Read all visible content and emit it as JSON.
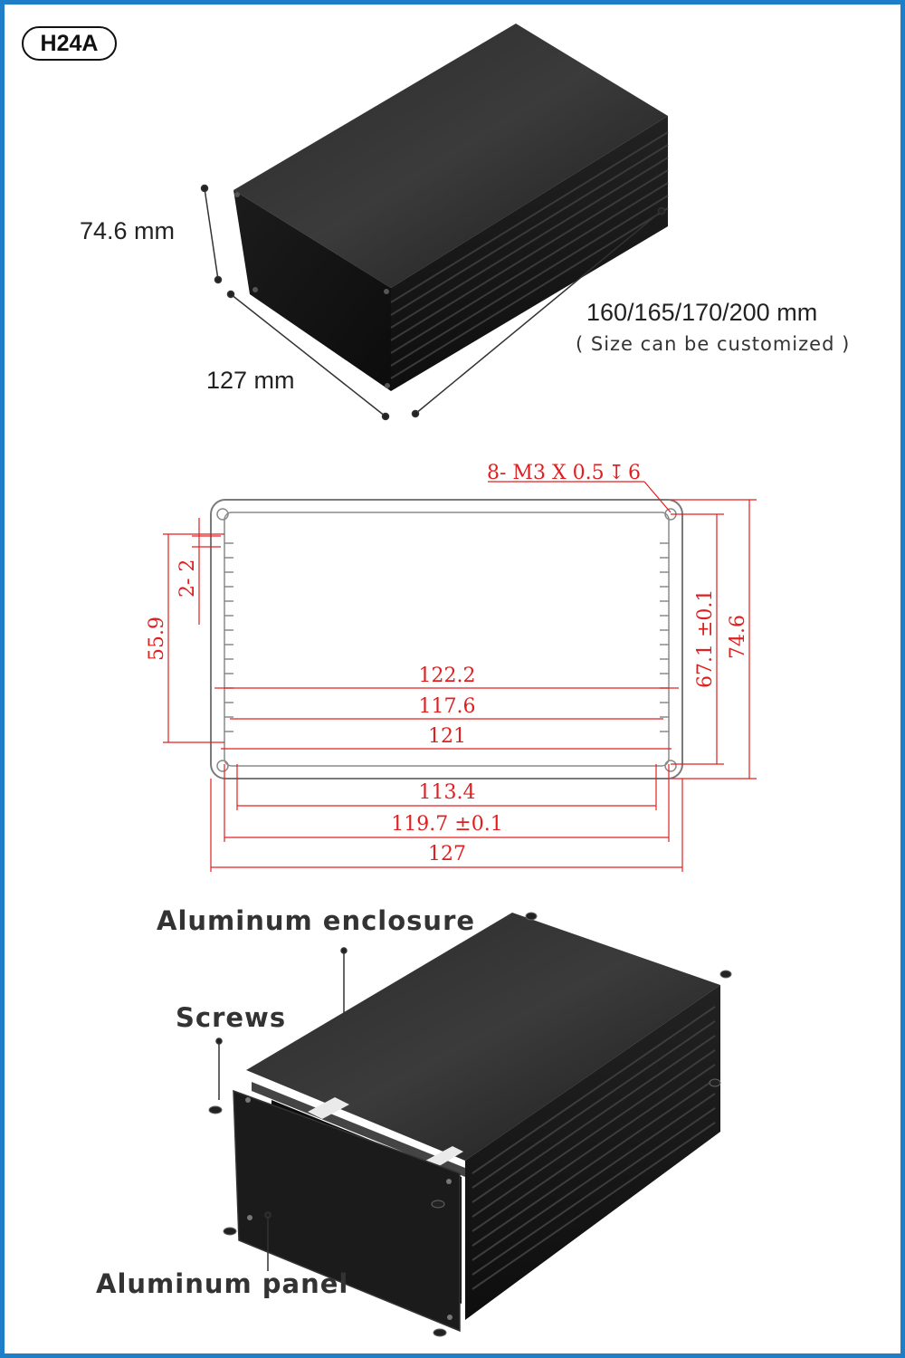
{
  "model": "H24A",
  "product_view": {
    "height_label": "74.6 mm",
    "width_label": "127 mm",
    "length_label": "160/165/170/200 mm",
    "length_note": "( Size can be customized )"
  },
  "drawing": {
    "thread_note": "8- M3 X 0.5",
    "thread_depth": "6",
    "left_pitch": "2- 2",
    "left_height": "55.9",
    "inner_height": "67.1 ±0.1",
    "outer_height": "74.6",
    "dims": [
      "122.2",
      "117.6",
      "121",
      "113.4",
      "119.7 ±0.1",
      "127"
    ]
  },
  "exploded_view": {
    "enclosure_label": "Aluminum enclosure",
    "screws_label": "Screws",
    "panel_label": "Aluminum panel"
  },
  "colors": {
    "frame": "#1e7ec8",
    "drawing": "#e02020",
    "product": "#161616"
  }
}
